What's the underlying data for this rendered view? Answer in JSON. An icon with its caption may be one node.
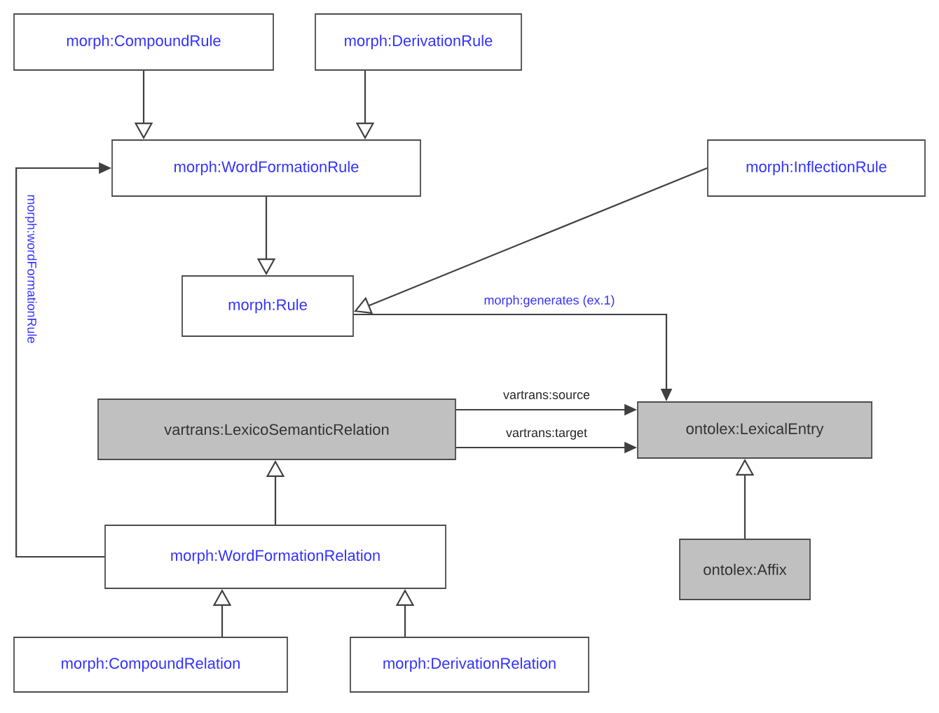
{
  "diagram": {
    "nodes": [
      {
        "text": [
          "morph:CompoundRule"
        ]
      },
      {
        "text": [
          "morph:DerivationRule"
        ]
      },
      {
        "text": [
          "morph:WordFormationRule"
        ]
      },
      {
        "text": [
          "morph:InflectionRule"
        ]
      },
      {
        "text": [
          "morph:Rule"
        ]
      },
      {
        "text": [
          "vartrans:LexicoSemanticRelation"
        ]
      },
      {
        "text": [
          "ontolex:LexicalEntry"
        ]
      },
      {
        "text": [
          "morph:WordFormationRelation"
        ]
      },
      {
        "text": [
          "ontolex:Affix"
        ]
      },
      {
        "text": [
          "morph:CompoundRelation"
        ]
      },
      {
        "text": [
          "morph:DerivationRelation"
        ]
      }
    ],
    "edges": [
      {
        "from": 0,
        "to": 2,
        "arrow": "to"
      },
      {
        "from": 1,
        "to": 2,
        "arrow": "to"
      },
      {
        "from": 2,
        "to": 4,
        "arrow": "to"
      },
      {
        "from": 3,
        "to": 4,
        "arrow": "to"
      },
      {
        "from": 4,
        "to": 6,
        "arrow": "to",
        "label": "morph:generates (ex.1)"
      },
      {
        "from": 5,
        "to": 6,
        "arrow": "to",
        "label": "vartrans:source"
      },
      {
        "from": 5,
        "to": 6,
        "arrow": "to",
        "label": "vartrans:target"
      },
      {
        "from": 7,
        "to": 5,
        "arrow": "to"
      },
      {
        "from": 8,
        "to": 6,
        "arrow": "to"
      },
      {
        "from": 9,
        "to": 7,
        "arrow": "to"
      },
      {
        "from": 10,
        "to": 7,
        "arrow": "to"
      },
      {
        "from": 7,
        "to": 2,
        "arrow": "to",
        "label": "morph:wordFormationRule"
      }
    ]
  }
}
